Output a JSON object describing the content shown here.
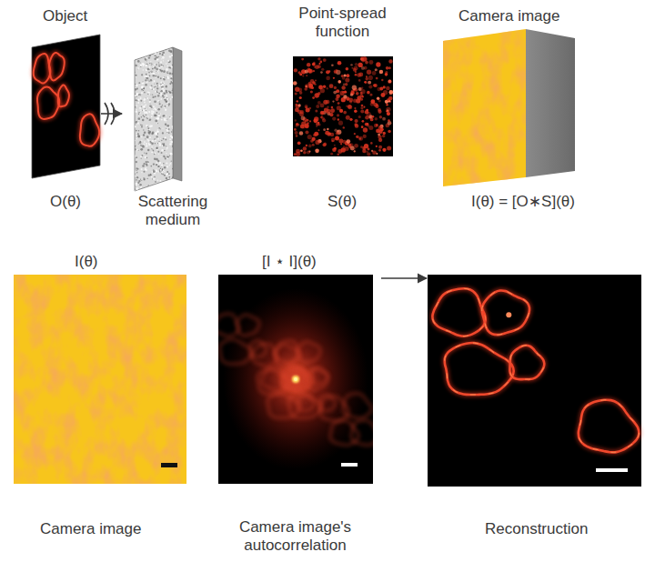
{
  "diagram": {
    "nodes": [
      {
        "text": [
          "Object",
          "O(θ)"
        ]
      },
      {
        "text": [
          "Scattering medium"
        ]
      },
      {
        "text": [
          "Point-spread function",
          "S(θ)"
        ]
      },
      {
        "text": [
          "Camera image",
          "I(θ) = [O∗S](θ)"
        ]
      },
      {
        "text": [
          "I(θ)",
          "Camera image"
        ]
      },
      {
        "text": [
          "[I ⋆ I](θ)",
          "Camera image's autocorrelation"
        ]
      },
      {
        "text": [
          "Reconstruction"
        ]
      }
    ],
    "edges": [
      {
        "from": 0,
        "to": 1,
        "arrow": "to"
      },
      {
        "from": 5,
        "to": 6,
        "arrow": "to"
      }
    ]
  }
}
